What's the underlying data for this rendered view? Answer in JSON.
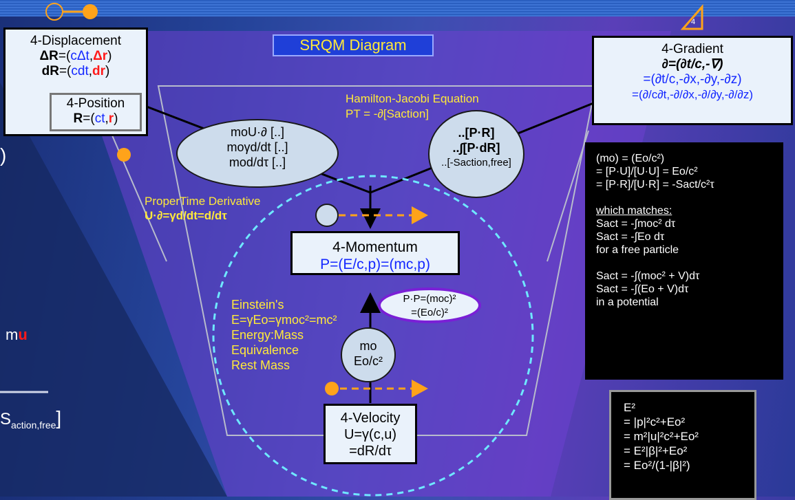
{
  "title": "SRQM Diagram",
  "slide_number": "4",
  "displacement": {
    "heading": "4-Displacement",
    "line1_sym": "ΔR",
    "line1_eq": "=(",
    "line1_t": "cΔt",
    "line1_sep": ",",
    "line1_r": "Δr",
    "line1_end": ")",
    "line2_sym": "dR",
    "line2_eq": "=(",
    "line2_t": "cdt",
    "line2_sep": ",",
    "line2_r": "dr",
    "line2_end": ")",
    "position_heading": "4-Position",
    "position_sym": "R",
    "position_eq": "=(",
    "position_t": "ct",
    "position_sep": ",",
    "position_r": "r",
    "position_end": ")"
  },
  "gradient": {
    "heading": "4-Gradient",
    "line1": "∂=(∂t/c,-∇)",
    "line2": "=(∂t/c,-∂x,-∂y,-∂z)",
    "line3": "=(∂/c∂t,-∂/∂x,-∂/∂y,-∂/∂z)"
  },
  "hamilton": {
    "title": "Hamilton-Jacobi Equation",
    "eq": "PT = -∂[Saction]"
  },
  "left_ellipse": {
    "l1": "moU·∂ [..]",
    "l2": "moγd/dt [..]",
    "l3": "mod/dτ [..]"
  },
  "right_ellipse": {
    "l1": "..[P·R]",
    "l2": "..∫[P·dR]",
    "l3": "..[-Saction,free]"
  },
  "propertime": {
    "l1": "ProperTime Derivative",
    "l2": "U·∂=γd/dt=d/dτ"
  },
  "momentum": {
    "heading": "4-Momentum",
    "line": "P=(E/c,p)=(mc,p)"
  },
  "pp": {
    "l1": "P·P=(moc)²",
    "l2": "=(Eo/c)²"
  },
  "einstein": {
    "l1": "Einstein's",
    "l2": "E=γEo=γmoc²=mc²",
    "l3": "Energy:Mass",
    "l4": "Equivalence",
    "l5": "Rest Mass"
  },
  "mass_circle": {
    "l1": "mo",
    "l2": "Eo/c²"
  },
  "velocity": {
    "heading": "4-Velocity",
    "l1": "U=γ(c,u)",
    "l2": "=dR/dτ"
  },
  "black_panel": {
    "l1": "(mo) = (Eo/c²)",
    "l2": "= [P·U]/[U·U] = Eo/c²",
    "l3": "= [P·R]/[U·R] = -Sact/c²τ",
    "l4": "which matches:",
    "l5": "Sact = -∫moc² dτ",
    "l6": "Sact = -∫Eo dτ",
    "l7": "for a free particle",
    "l8": "Sact = -∫(moc² + V)dτ",
    "l9": "Sact = -∫(Eo + V)dτ",
    "l10": "in a potential"
  },
  "energy_panel": {
    "l1": "E²",
    "l2": "= |p|²c²+Eo²",
    "l3": "= m²|u|²c²+Eo²",
    "l4": "= E²|β|²+Eo²",
    "l5": "= Eo²/(1-|β|²)"
  },
  "left_fragments": {
    "paren": ")",
    "mu_m": "m",
    "mu_u": "u",
    "s_text": "S",
    "s_sub": "action,free",
    "s_bracket": "]"
  },
  "colors": {
    "accent_orange": "#ffa31a",
    "cyan_dash": "#6fe8ff",
    "yellow_text": "#ffe93a",
    "purple_border": "#7a1fd6"
  }
}
